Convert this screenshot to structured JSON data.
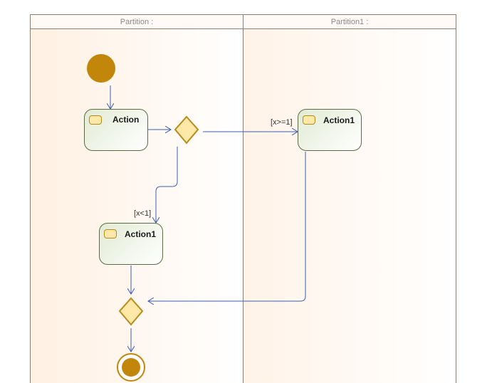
{
  "partitions": [
    {
      "label": "Partition :"
    },
    {
      "label": "Partition1 :"
    }
  ],
  "actions": [
    {
      "label": "Action"
    },
    {
      "label": "Action1"
    },
    {
      "label": "Action1"
    }
  ],
  "guards": [
    {
      "label": "[x>=1]"
    },
    {
      "label": "[x<1]"
    }
  ],
  "colors": {
    "node_fill": "#c2860a",
    "diamond_fill": "#ffe8a8",
    "diamond_stroke": "#b58c1a",
    "flow_line": "#3a5fb3",
    "lane_border": "#8a7f74"
  }
}
